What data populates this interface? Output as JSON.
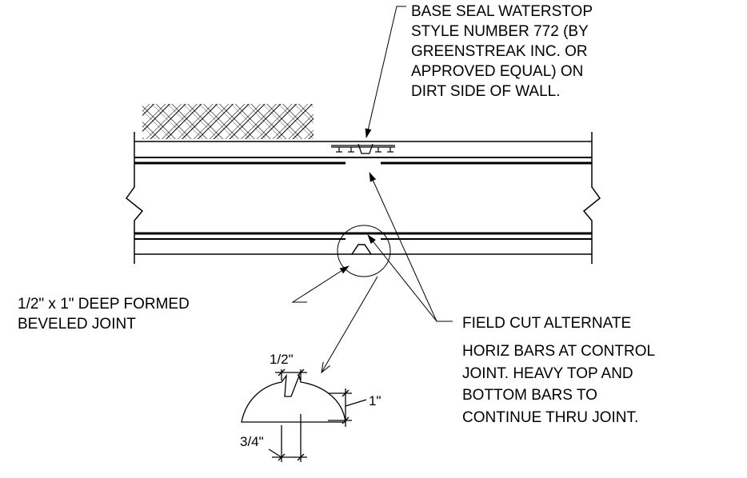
{
  "notes": {
    "waterstop": [
      "BASE SEAL WATERSTOP",
      "STYLE NUMBER 772 (BY",
      "GREENSTREAK INC. OR",
      "APPROVED EQUAL) ON",
      "DIRT SIDE OF WALL."
    ],
    "formed_joint": [
      "1/2\" x 1\" DEEP FORMED",
      "BEVELED JOINT"
    ],
    "field_cut": [
      "FIELD CUT ALTERNATE",
      "HORIZ BARS AT CONTROL",
      "JOINT.  HEAVY TOP AND",
      "BOTTOM BARS TO",
      "CONTINUE THRU JOINT."
    ]
  },
  "dimensions": {
    "top_width": "1/2\"",
    "depth": "1\"",
    "bevel": "3/4\""
  }
}
